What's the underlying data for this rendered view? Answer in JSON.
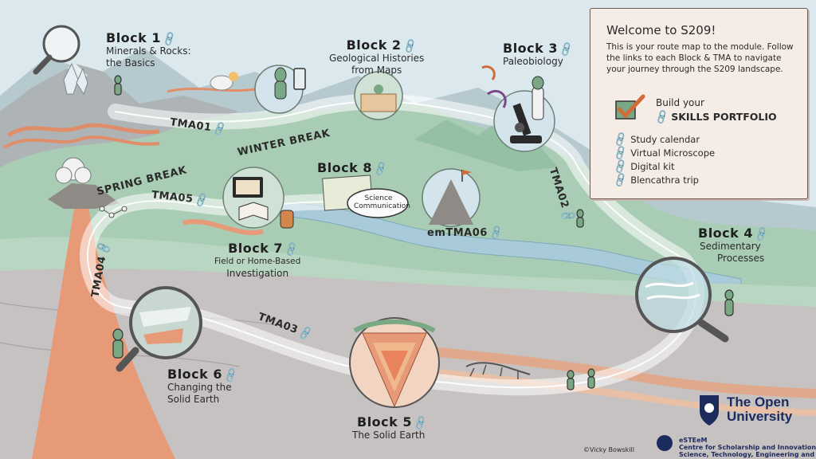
{
  "blocks": {
    "b1": {
      "title": "Block 1",
      "sub1": "Minerals & Rocks:",
      "sub2": "the Basics"
    },
    "b2": {
      "title": "Block 2",
      "sub1": "Geological Histories",
      "sub2": "from Maps"
    },
    "b3": {
      "title": "Block 3",
      "sub1": "Paleobiology"
    },
    "b4": {
      "title": "Block 4",
      "sub1": "Sedimentary",
      "sub2": "Processes"
    },
    "b5": {
      "title": "Block 5",
      "sub1": "The Solid Earth"
    },
    "b6": {
      "title": "Block 6",
      "sub1": "Changing the",
      "sub2": "Solid Earth"
    },
    "b7": {
      "title": "Block 7",
      "sub1": "Field or Home-Based",
      "sub2": "Investigation"
    },
    "b8": {
      "title": "Block 8",
      "bubble1": "Science",
      "bubble2": "Communication"
    }
  },
  "tmas": {
    "tma01": "TMA01",
    "tma02": "TMA02",
    "tma03": "TMA03",
    "tma04": "TMA04",
    "tma05": "TMA05",
    "emtma06": "emTMA06"
  },
  "breaks": {
    "winter": "WINTER BREAK",
    "spring": "SPRING BREAK"
  },
  "panel": {
    "title": "Welcome to S209!",
    "intro": "This is your route map to the module. Follow the links to each Block & TMA to navigate your journey through the S209 landscape.",
    "build_line1": "Build your",
    "build_line2": "SKILLS PORTFOLIO",
    "links": [
      "Study calendar",
      "Virtual Microscope",
      "Digital kit",
      "Blencathra trip"
    ]
  },
  "link_glyph": "🔗",
  "logo": {
    "line1": "The Open",
    "line2": "University",
    "esteem1": "eSTEeM",
    "esteem2": "Centre for Scholarship and Innovation",
    "esteem3": "Science, Technology, Engineering and Maths"
  },
  "credit": "©Vicky Bowskill",
  "colors": {
    "sky": "#dbe9ef",
    "hills": "#a8cdb4",
    "river": "#a9cbd9",
    "rock": "#c7c2c2",
    "magma": "#e79a78",
    "path": "#ffffff",
    "panel": "#f6ece6",
    "ou_blue": "#1d2a5e"
  }
}
